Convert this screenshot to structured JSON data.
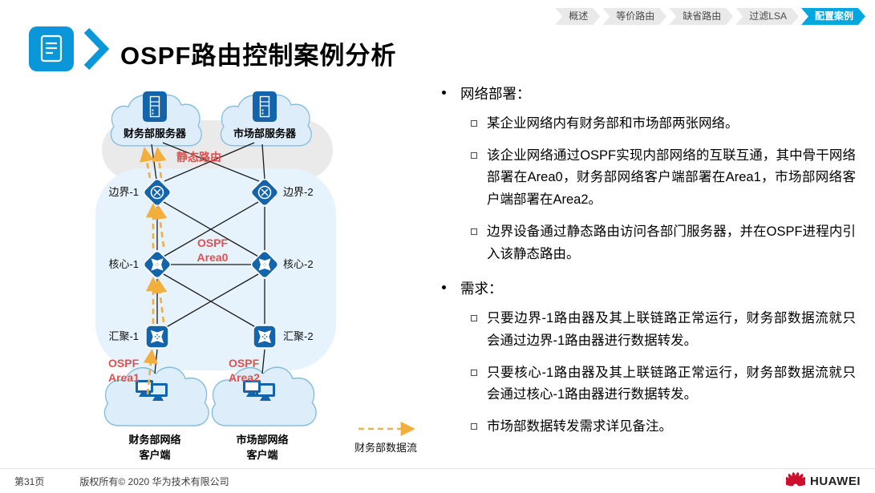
{
  "nav": {
    "tabs": [
      "概述",
      "等价路由",
      "缺省路由",
      "过滤LSA",
      "配置案例"
    ],
    "active_tab": "配置案例"
  },
  "header": {
    "title": "OSPF路由控制案例分析"
  },
  "diagram": {
    "server_cloud_1": "财务部服务器",
    "server_cloud_2": "市场部服务器",
    "static_route": "静态路由",
    "router_labels": {
      "border1": "边界-1",
      "border2": "边界-2",
      "core1": "核心-1",
      "core2": "核心-2",
      "agg1": "汇聚-1",
      "agg2": "汇聚-2"
    },
    "area0": {
      "line1": "OSPF",
      "line2": "Area0"
    },
    "area1": {
      "line1": "OSPF",
      "line2": "Area1"
    },
    "area2": {
      "line1": "OSPF",
      "line2": "Area2"
    },
    "client_cloud_1": {
      "line1": "财务部网络",
      "line2": "客户端"
    },
    "client_cloud_2": {
      "line1": "市场部网络",
      "line2": "客户端"
    },
    "legend_label": "财务部数据流"
  },
  "content": {
    "sections": [
      {
        "title": "网络部署：",
        "items": [
          "某企业网络内有财务部和市场部两张网络。",
          "该企业网络通过OSPF实现内部网络的互联互通，其中骨干网络部署在Area0，财务部网络客户端部署在Area1，市场部网络客户端部署在Area2。",
          "边界设备通过静态路由访问各部门服务器，并在OSPF进程内引入该静态路由。"
        ]
      },
      {
        "title": "需求：",
        "items": [
          "只要边界-1路由器及其上联链路正常运行，财务部数据流就只会通过边界-1路由器进行数据转发。",
          "只要核心-1路由器及其上联链路正常运行，财务部数据流就只会通过核心-1路由器进行数据转发。",
          "市场部数据转发需求详见备注。"
        ]
      }
    ]
  },
  "footer": {
    "page": "第31页",
    "copyright": "版权所有© 2020 华为技术有限公司",
    "brand": "HUAWEI"
  },
  "colors": {
    "accent_blue": "#0a97d9",
    "active_tab_blue": "#00a7e1",
    "device_blue": "#1364aa",
    "area_red": "#e05050",
    "flow_orange": "#f2af3c",
    "huawei_red": "#ce0e2d"
  }
}
